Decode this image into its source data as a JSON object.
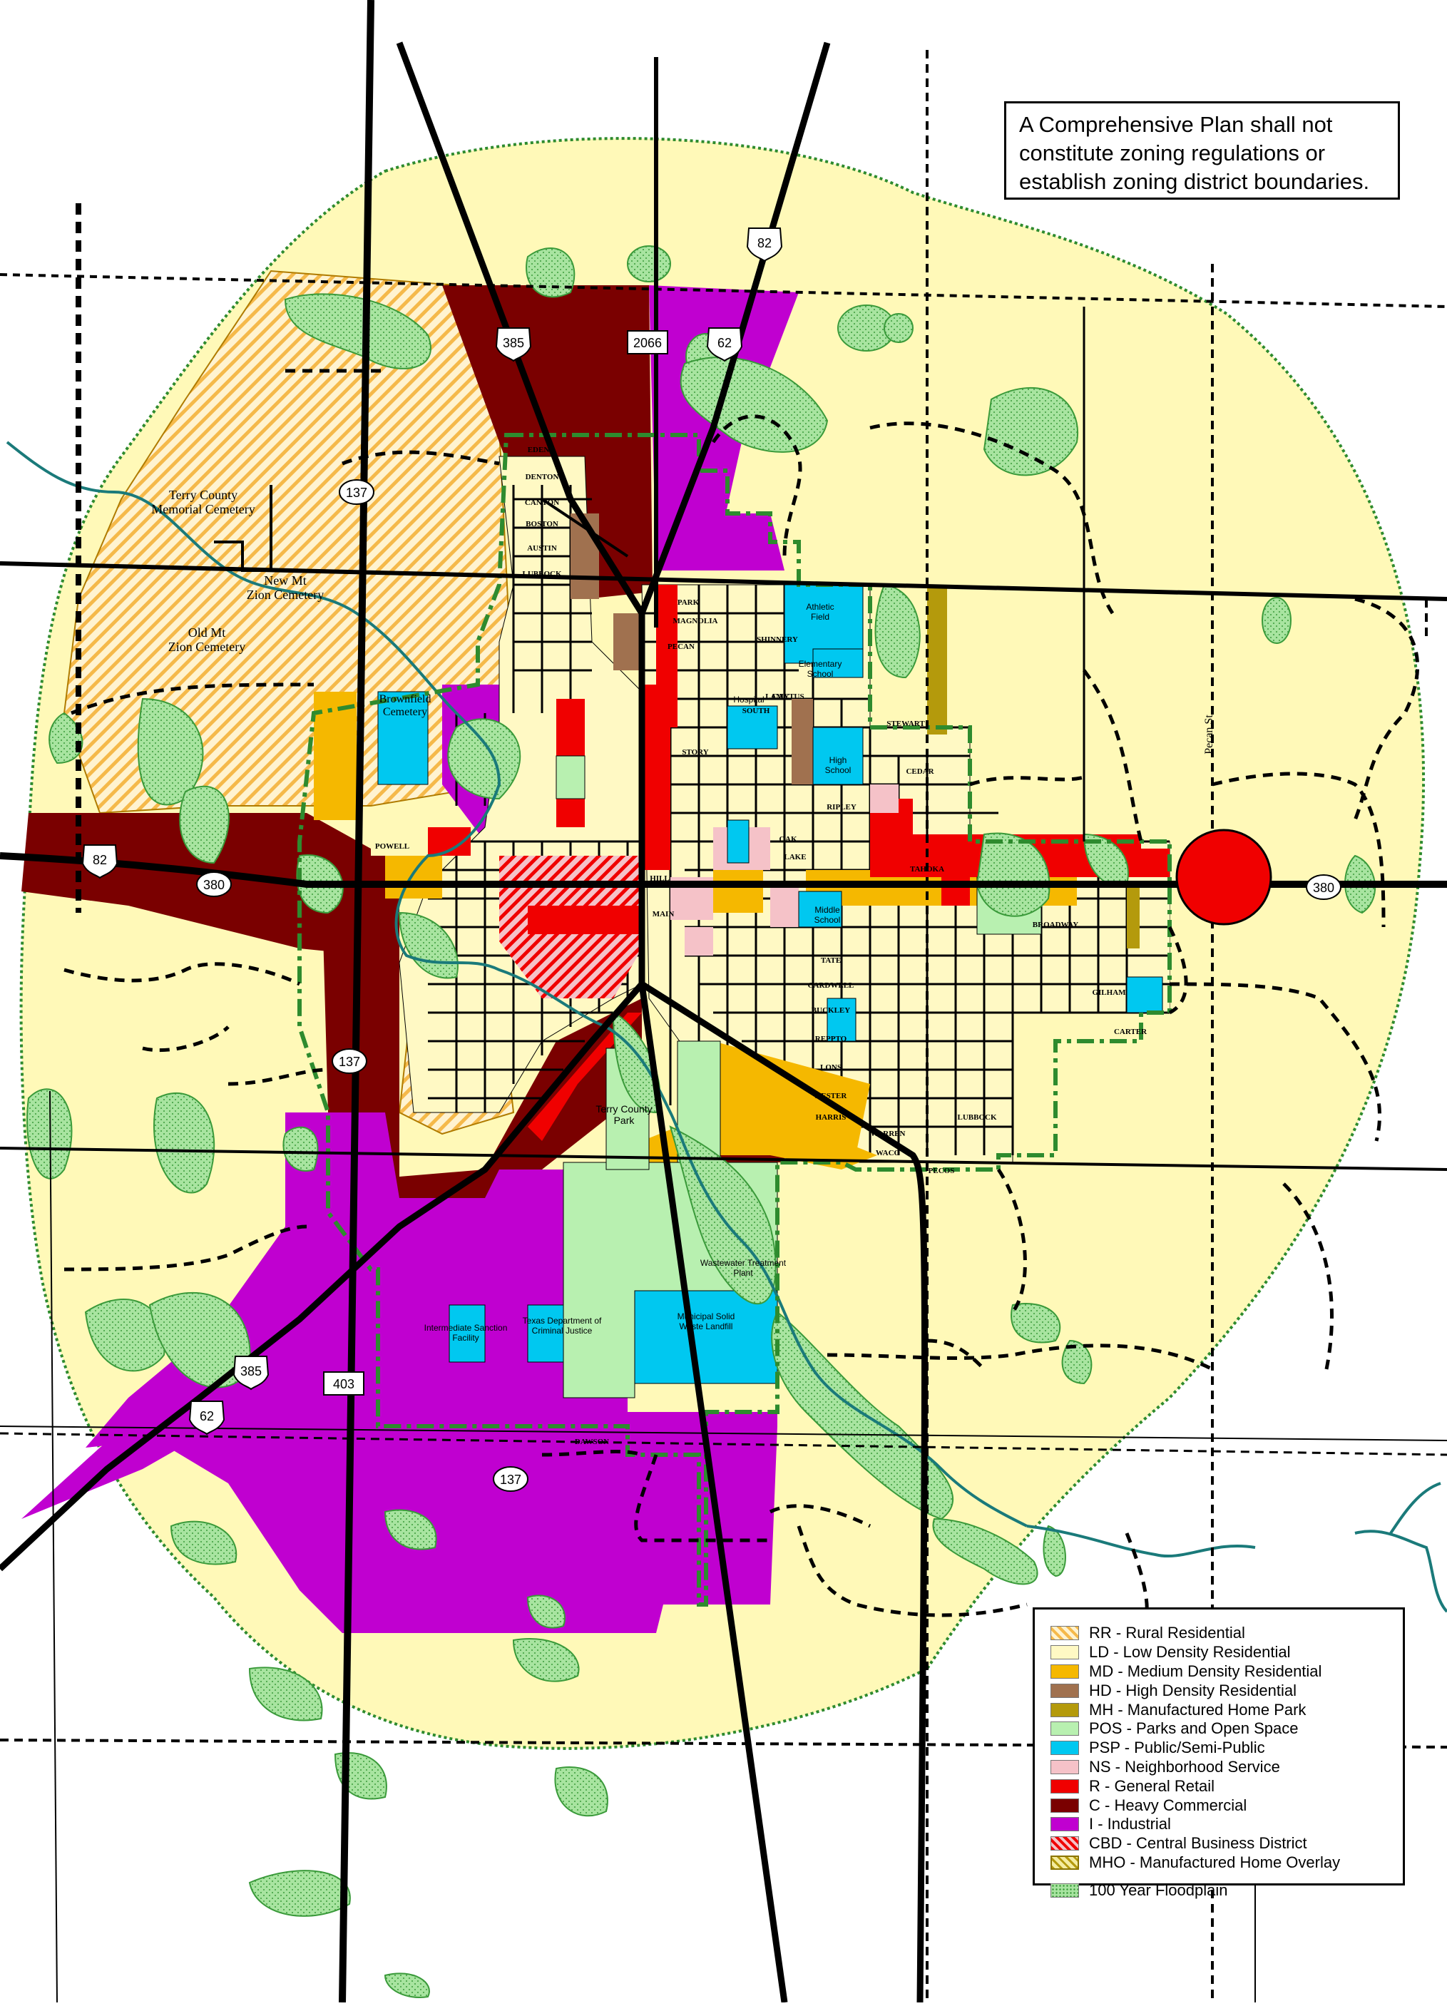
{
  "notice": {
    "lines": [
      "A Comprehensive Plan shall not",
      "constitute zoning regulations or",
      "establish zoning district boundaries."
    ]
  },
  "legend": [
    {
      "label": "RR - Rural Residential",
      "color": "#f5b94a",
      "pattern": "rr"
    },
    {
      "label": "LD - Low Density Residential",
      "color": "#fff9c4"
    },
    {
      "label": "MD - Medium Density Residential",
      "color": "#f5b800"
    },
    {
      "label": "HD - High Density Residential",
      "color": "#a0714f"
    },
    {
      "label": "MH - Manufactured Home Park",
      "color": "#b49a0c"
    },
    {
      "label": "POS - Parks and Open Space",
      "color": "#b8f0b0"
    },
    {
      "label": "PSP - Public/Semi-Public",
      "color": "#00c8f0"
    },
    {
      "label": "NS - Neighborhood Service",
      "color": "#f5c2c8"
    },
    {
      "label": "R - General Retail",
      "color": "#f00000"
    },
    {
      "label": "C - Heavy Commercial",
      "color": "#7a0000"
    },
    {
      "label": "I - Industrial",
      "color": "#c000d0"
    },
    {
      "label": "CBD - Central Business District",
      "color": "#f00000",
      "pattern": "cbd"
    },
    {
      "label": "MHO - Manufactured Home Overlay",
      "color": "#b49a0c",
      "pattern": "mho"
    },
    {
      "label": "100 Year Floodplain",
      "color": "#8cd88c",
      "pattern": "fp"
    }
  ],
  "colors": {
    "planning_area": "#fff9b8",
    "floodplain": "#a8e4a0",
    "creek": "#1a7a7a",
    "city_limit": "#2e8b2e",
    "road": "#000000"
  },
  "shields": [
    {
      "kind": "us",
      "label": "82"
    },
    {
      "kind": "us",
      "label": "385"
    },
    {
      "kind": "box",
      "label": "2066"
    },
    {
      "kind": "us",
      "label": "62"
    },
    {
      "kind": "oval",
      "label": "137"
    },
    {
      "kind": "us",
      "label": "82"
    },
    {
      "kind": "oval",
      "label": "380"
    },
    {
      "kind": "oval",
      "label": "380"
    },
    {
      "kind": "oval",
      "label": "137"
    },
    {
      "kind": "us",
      "label": "385"
    },
    {
      "kind": "us",
      "label": "62"
    },
    {
      "kind": "box",
      "label": "403"
    },
    {
      "kind": "oval",
      "label": "137"
    }
  ],
  "places": [
    "Terry County Memorial Cemetery",
    "New Mt Zion Cemetery",
    "Old Mt Zion Cemetery",
    "Brownfield Cemetery",
    "Athletic Field",
    "Elementary School",
    "Hospital",
    "High School",
    "Middle School",
    "Terry County Park",
    "Wastewater Treatment Plant",
    "Municipal Solid Waste Landfill",
    "Texas Department of Criminal Justice",
    "Intermediate Sanction Facility",
    "Pecan St"
  ],
  "streets": [
    "EDEN",
    "DENTON",
    "CANYON",
    "BOSTON",
    "AUSTIN",
    "LUBBOCK",
    "PARK",
    "MAGNOLIA",
    "SHINNERY",
    "PECAN",
    "LAMY",
    "CACTUS",
    "SOUTH",
    "STEWART",
    "STORY",
    "RIPLEY",
    "OAK",
    "LAKE",
    "POWELL",
    "TAHOKA",
    "BROADWAY",
    "MAIN",
    "HILL",
    "TATE",
    "CARDWELL",
    "BUCKLEY",
    "REPPTO",
    "LONS",
    "HESTER",
    "HARRIS",
    "WARREN",
    "WACO",
    "CEDAR",
    "GILHAM",
    "CARTER",
    "PECOS",
    "LUBBOCK",
    "DAWSON"
  ]
}
